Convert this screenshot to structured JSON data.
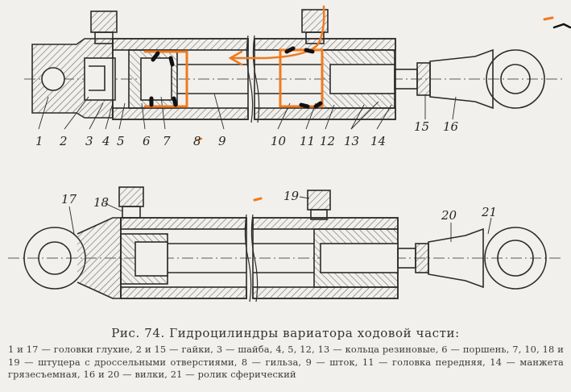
{
  "figure": {
    "labels_top": [
      "1",
      "2",
      "3",
      "4",
      "5",
      "6",
      "7",
      "8",
      "9",
      "10",
      "11",
      "12",
      "13",
      "14",
      "15",
      "16"
    ],
    "labels_bottom": [
      "17",
      "18",
      "19",
      "20",
      "21"
    ],
    "caption_title": "Рис. 74. Гидроцилиндры вариатора ходовой части:",
    "caption_legend": "1 и 17 — головки глухие, 2 и 15 — гайки, 3 — шайба, 4, 5, 12, 13 — кольца резиновые, 6 — поршень, 7, 10, 18 и 19 — штуцера с дроссельными отверстиями, 8 — гильза, 9 — шток, 11 — головка передняя, 14 — манжета грязесъемная, 16 и 20 — вилки, 21 — ролик сферический"
  },
  "colors": {
    "ink": "#2b2b2b",
    "paper": "#f1f0ec",
    "hatch": "#6a6a6a",
    "annotation_orange": "#f07a1e",
    "annotation_black": "#111111"
  }
}
